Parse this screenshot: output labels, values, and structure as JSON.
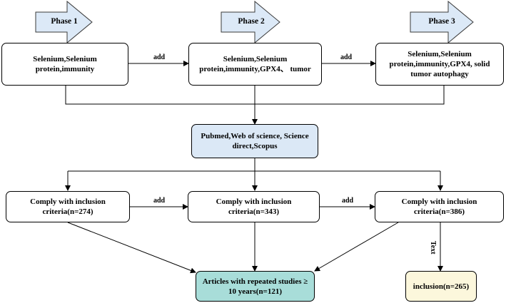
{
  "phases": [
    {
      "label": "Phase 1"
    },
    {
      "label": "Phase 2"
    },
    {
      "label": "Phase 3"
    }
  ],
  "search_terms": {
    "phase1": "Selenium,Selenium protein,immunity",
    "phase2": "Selenium,Selenium protein,immunity,GPX4、 tumor",
    "phase3": "Selenium,Selenium protein,immunity,GPX4, solid tumor autophagy"
  },
  "databases": "Pubmed,Web of science, Science direct,Scopus",
  "criteria": {
    "c1": "Comply with inclusion criteria(n=274)",
    "c2": "Comply with inclusion criteria(n=343)",
    "c3": "Comply with inclusion criteria(n=386)"
  },
  "edge_labels": {
    "add_top_1": "add",
    "add_top_2": "add",
    "add_mid_1": "add",
    "add_mid_2": "add",
    "text": "Text"
  },
  "outcomes": {
    "repeated": "Articles with repeated studies ≥ 10 years(n=121)",
    "inclusion": "inclusion(n=265)"
  },
  "colors": {
    "phase_arrow": "#dce9f7",
    "database_fill": "#dbe8f6",
    "repeated_fill": "#a8ddd9",
    "inclusion_fill": "#fcf7dc"
  }
}
